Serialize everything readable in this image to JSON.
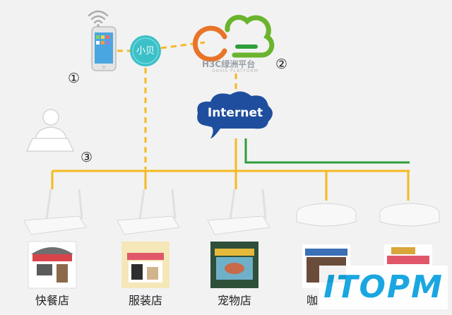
{
  "diagram": {
    "internet_label": "Internet",
    "cloud_platform": {
      "brand": "H3C绿洲平台",
      "subtitle": "OASIS PLATFORM"
    },
    "app_badge": "小贝",
    "markers": [
      "①",
      "②",
      "③"
    ],
    "stores": [
      {
        "label": "快餐店"
      },
      {
        "label": "服装店"
      },
      {
        "label": "宠物店"
      },
      {
        "label": "咖"
      },
      {
        "label": ""
      }
    ],
    "watermark": "ITOPM",
    "colors": {
      "link_yellow": "#f5b921",
      "link_green": "#2e9e3b",
      "cloud_blue": "#1f4e9e",
      "badge_teal": "#3cc0c8",
      "brand_green": "#6ab42d",
      "brand_orange": "#e8742a",
      "watermark_blue": "#0aa1df"
    }
  }
}
